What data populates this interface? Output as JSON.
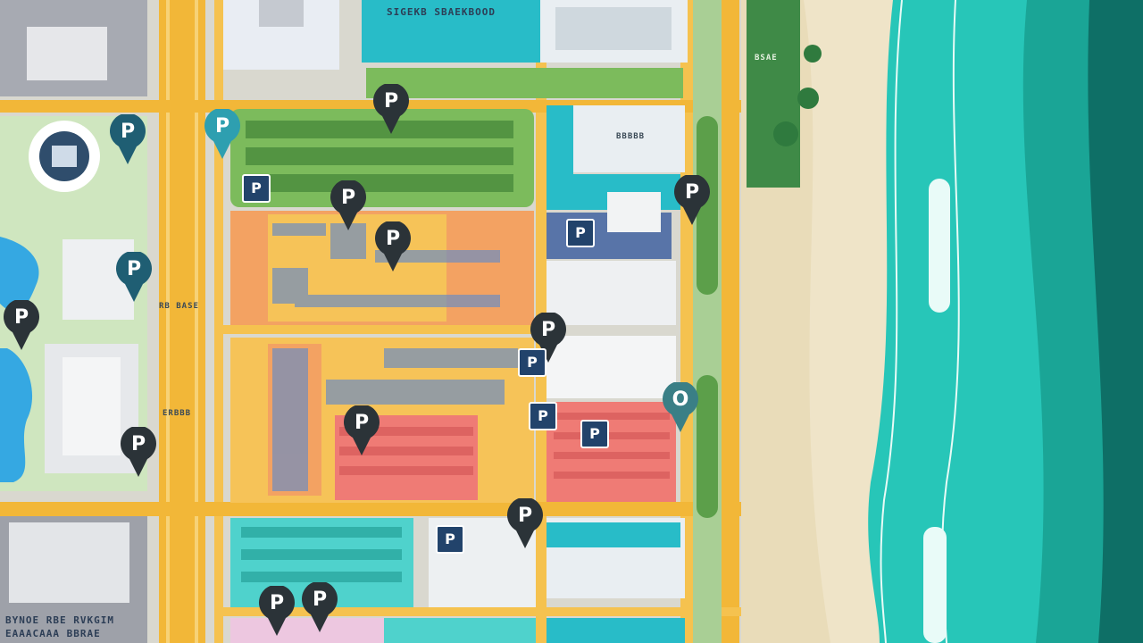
{
  "labels": {
    "top_center_sign": "SIGEKB SBAEKBOOD",
    "bottom_left_sign_1": "BYNOE RBE RVKGIM",
    "bottom_left_sign_2": "EAAACAAA BBRAE",
    "beach_label": "BSAE",
    "left_street_1": "RB BASE",
    "left_street_2": "ERBBB",
    "right_block_sign": "BBBBB"
  },
  "parking_pins": [
    {
      "label": "P",
      "color": "#2b3338"
    },
    {
      "label": "P",
      "color": "#1f5e73"
    },
    {
      "label": "P",
      "color": "#2e9fb0"
    },
    {
      "label": "P",
      "color": "#2b3338"
    },
    {
      "label": "P",
      "color": "#2b3338"
    },
    {
      "label": "P",
      "color": "#1f5e73"
    },
    {
      "label": "P",
      "color": "#2b3338"
    },
    {
      "label": "P",
      "color": "#2b3338"
    },
    {
      "label": "P",
      "color": "#2b3338"
    },
    {
      "label": "P",
      "color": "#2b3338"
    },
    {
      "label": "P",
      "color": "#2b3338"
    },
    {
      "label": "P",
      "color": "#2b3338"
    },
    {
      "label": "P",
      "color": "#2b3338"
    },
    {
      "label": "P",
      "color": "#2b3338"
    },
    {
      "label": "O",
      "color": "#3a7f86"
    }
  ],
  "parking_squares": [
    {
      "label": "P"
    },
    {
      "label": "P"
    },
    {
      "label": "P"
    },
    {
      "label": "P"
    },
    {
      "label": "P"
    },
    {
      "label": "P"
    }
  ],
  "colors": {
    "road": "#f2b738",
    "sand": "#efe4c8",
    "ocean": "#27c6b8",
    "deep_water": "#0e6f66",
    "park": "#7cbb5c",
    "lot_orange": "#f3a262",
    "lot_red": "#ef7b75",
    "lot_cyan": "#4fd2cc",
    "lot_blue": "#5874a8"
  }
}
